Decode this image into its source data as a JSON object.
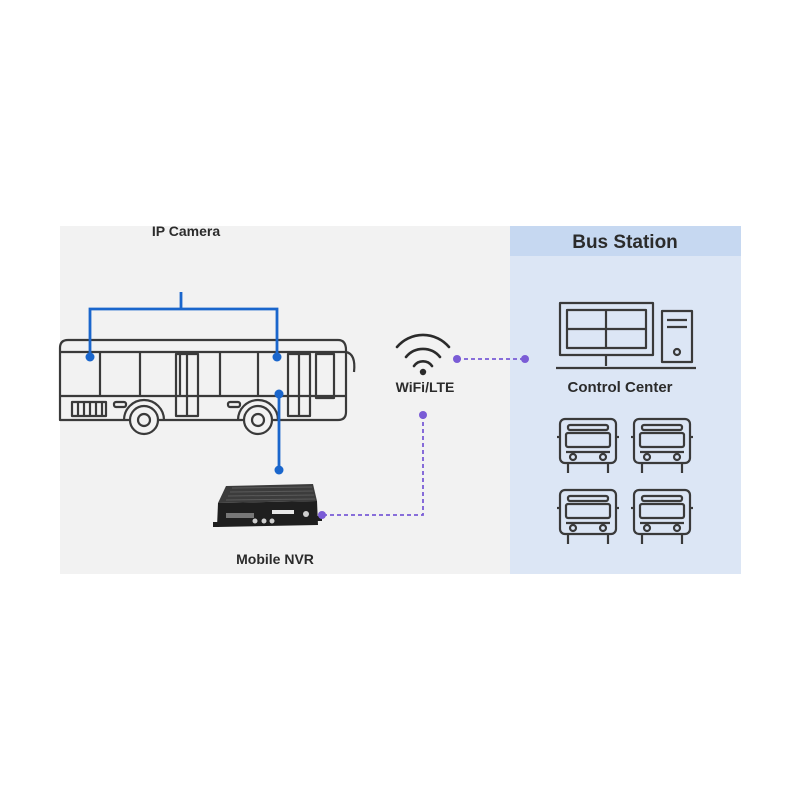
{
  "labels": {
    "ip_camera": "IP Camera",
    "bus_station": "Bus Station",
    "wifi": "WiFi/LTE",
    "control_center": "Control Center",
    "mobile_nvr": "Mobile NVR"
  },
  "colors": {
    "left_panel": "#f2f2f2",
    "right_panel": "#dce6f5",
    "header": "#c6d8f1",
    "outline": "#3a3a3a",
    "camera_line": "#1a66cc",
    "dotted_link": "#7a5cd6",
    "nvr_body": "#1f1f1f"
  },
  "icons": {
    "bus": "bus-icon",
    "wifi": "wifi-icon",
    "nvr": "mobile-nvr-icon",
    "computer": "desktop-computer-icon",
    "fleet": "bus-front-icon"
  }
}
